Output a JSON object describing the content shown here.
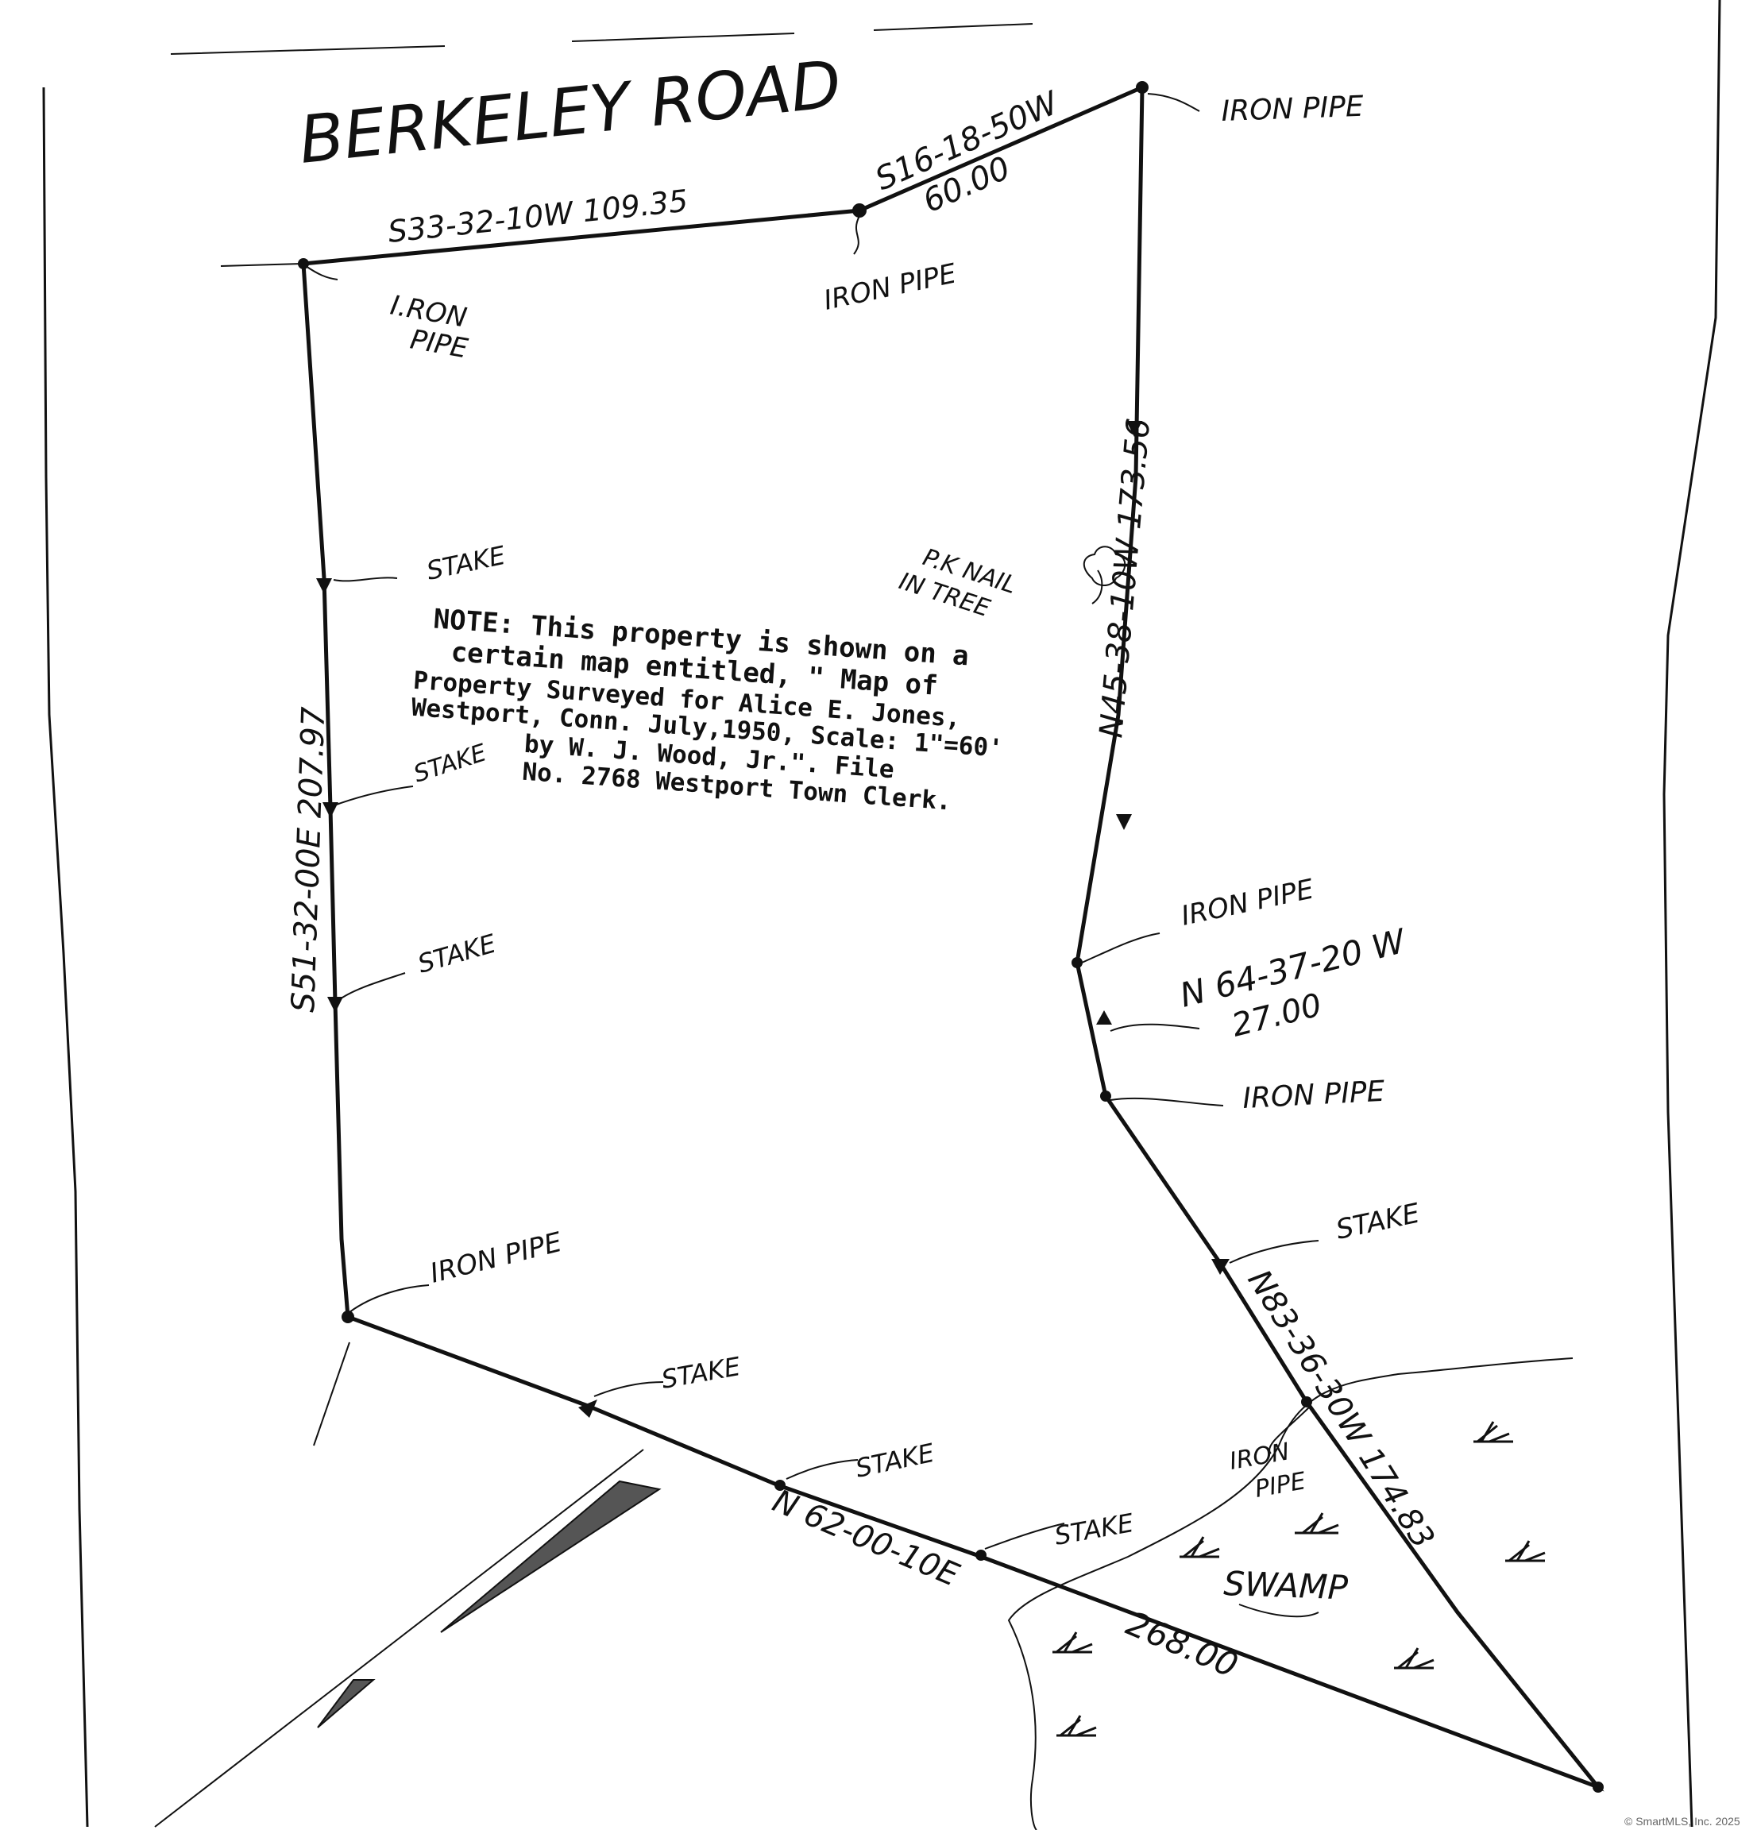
{
  "road": {
    "name": "BERKELEY ROAD"
  },
  "bearings": {
    "north_west": "S33-32-10W  109.35",
    "north_east_bearing": "S16-18-50W",
    "north_east_distance": "60.00",
    "east_upper": "N45-38-10W  173.56",
    "jog_bearing": "N 64-37-20 W",
    "jog_distance": "27.00",
    "east_lower": "N83-36-30W  174.83",
    "south_bearing": "N 62-00-10E",
    "south_distance": "268.00",
    "west": "S51-32-00E  207.97"
  },
  "markers": {
    "iron_pipe": "IRON PIPE",
    "iron_pipe_a": "I.RON",
    "iron_pipe_b": "PIPE",
    "stake": "STAKE",
    "pk_nail_a": "P.K NAIL",
    "pk_nail_b": "IN TREE",
    "iron_pipe_swamp_a": "IRON",
    "iron_pipe_swamp_b": "PIPE",
    "swamp": "SWAMP"
  },
  "note": {
    "lines": [
      "NOTE: This property is shown on a",
      "certain map entitled, \" Map of",
      "Property Surveyed for Alice E. Jones,",
      "Westport, Conn. July,1950, Scale: 1\"=60'",
      "by W. J. Wood, Jr.\". File",
      "No. 2768 Westport Town Clerk."
    ]
  },
  "footer": {
    "copyright": "© SmartMLS, Inc. 2025"
  },
  "colors": {
    "ink": "#111111",
    "paper": "#ffffff"
  }
}
